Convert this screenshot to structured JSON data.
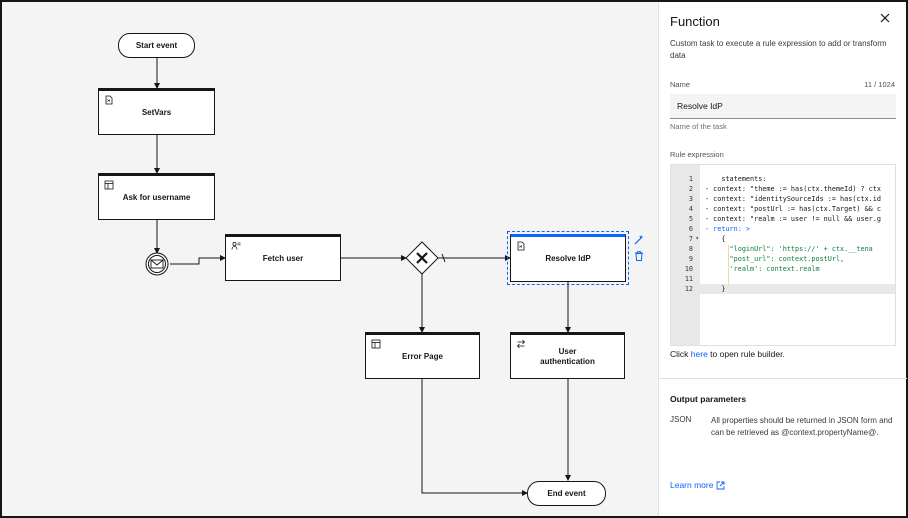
{
  "canvas": {
    "nodes": {
      "start_event": "Start event",
      "setvars": "SetVars",
      "ask_username": "Ask for username",
      "fetch_user": "Fetch user",
      "resolve_idp": "Resolve IdP",
      "error_page": "Error Page",
      "user_authentication": "User authentication",
      "end_event": "End event"
    },
    "icons": {
      "setvars": "function-doc-icon",
      "ask_username": "form-template-icon",
      "fetch_user": "user-directory-icon",
      "resolve_idp": "function-doc-icon",
      "error_page": "page-template-icon",
      "user_authentication": "exchange-arrows-icon",
      "message_event": "envelope-icon",
      "gateway": "exclusive-gateway-icon",
      "edit_tool": "magic-wand-icon",
      "delete_tool": "trash-icon"
    },
    "accent": "#0f62fe"
  },
  "panel": {
    "title": "Function",
    "description": "Custom task to execute a rule expression to add or transform data",
    "name_label": "Name",
    "name_count": "11 / 1024",
    "name_value": "Resolve IdP",
    "name_helper": "Name of the task",
    "rule_label": "Rule expression",
    "code": {
      "line_numbers": [
        "1",
        "2",
        "3",
        "4",
        "5",
        "6",
        "7",
        "8",
        "9",
        "10",
        "11",
        "12"
      ],
      "lines": [
        "    statements:",
        "- context: \"theme := has(ctx.themeId) ? ctx",
        "- context: \"identitySourceIds := has(ctx.id",
        "- context: \"postUrl := has(ctx.Target) && c",
        "- context: \"realm := user != null && user.g",
        "- return: >",
        "    {",
        "      \"loginUrl\": 'https://' + ctx.__tena",
        "      \"post_url\": context.postUrl,",
        "      'realm': context.realm",
        "",
        "    }"
      ]
    },
    "link_prefix": "Click ",
    "link_text": "here",
    "link_suffix": " to open rule builder.",
    "output_title": "Output parameters",
    "output_key": "JSON",
    "output_value": "All properties should be returned in JSON form and can be retrieved as @context.propertyName@.",
    "learn_more": "Learn more",
    "icons": {
      "close": "close-icon",
      "learn_more": "launch-icon"
    }
  }
}
